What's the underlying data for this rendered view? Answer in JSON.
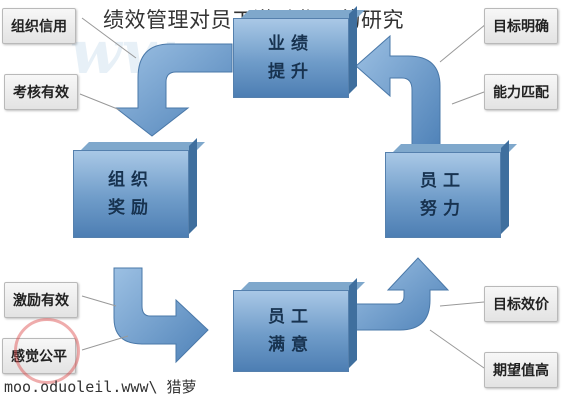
{
  "title": "绩效管理对员工激励作用的研究",
  "boxes": {
    "top": [
      "业绩",
      "提升"
    ],
    "left": [
      "组织",
      "奖励"
    ],
    "right": [
      "员工",
      "努力"
    ],
    "bottom": [
      "员工",
      "满意"
    ]
  },
  "labels": {
    "top_left_1": "组织信用",
    "top_left_2": "考核有效",
    "top_right_1": "目标明确",
    "top_right_2": "能力匹配",
    "bottom_left_1": "激励有效",
    "bottom_left_2": "感觉公平",
    "bottom_right_1": "目标效价",
    "bottom_right_2": "期望值高"
  },
  "watermark": {
    "text": "moo.oduoleil.www\\ 猎萝",
    "site": "www.lieluobo.com.cn"
  },
  "colors": {
    "box": "#6f9cc9",
    "arrow": "#6a98c6"
  }
}
